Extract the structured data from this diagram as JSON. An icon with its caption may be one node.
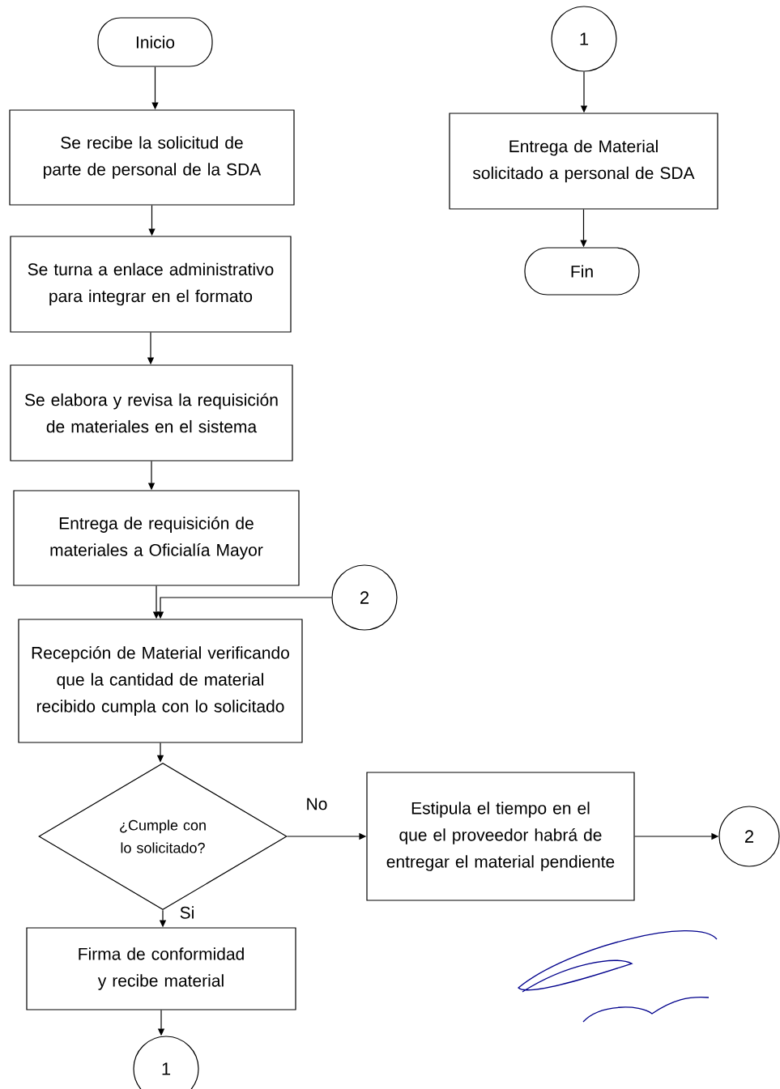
{
  "diagram": {
    "nodes": [
      {
        "text": [
          "Inicio"
        ]
      },
      {
        "text": [
          "Se recibe la solicitud de parte de personal de la SDA"
        ]
      },
      {
        "text": [
          "Se turna a enlace administrativo para integrar en el formato"
        ]
      },
      {
        "text": [
          "Se elabora y revisa la requisición de materiales en el sistema"
        ]
      },
      {
        "text": [
          "Entrega de requisición de materiales a Oficialía Mayor"
        ]
      },
      {
        "text": [
          "2"
        ]
      },
      {
        "text": [
          "Recepción de Material verificando que la cantidad de material recibido cumpla con lo solicitado"
        ]
      },
      {
        "text": [
          "¿Cumple con lo solicitado?"
        ]
      },
      {
        "text": [
          "Estipula el tiempo en el que el proveedor habrá de entregar el material pendiente"
        ]
      },
      {
        "text": [
          "2"
        ]
      },
      {
        "text": [
          "Firma de conformidad y recibe material"
        ]
      },
      {
        "text": [
          "1"
        ]
      },
      {
        "text": [
          "1"
        ]
      },
      {
        "text": [
          "Entrega de Material solicitado a personal de SDA"
        ]
      },
      {
        "text": [
          "Fin"
        ]
      }
    ],
    "edges": [
      {
        "from": 0,
        "to": 1,
        "arrow": "to"
      },
      {
        "from": 1,
        "to": 2,
        "arrow": "to"
      },
      {
        "from": 2,
        "to": 3,
        "arrow": "to"
      },
      {
        "from": 3,
        "to": 4,
        "arrow": "to"
      },
      {
        "from": 4,
        "to": 6,
        "arrow": "to"
      },
      {
        "from": 5,
        "to": 6,
        "arrow": "to"
      },
      {
        "from": 6,
        "to": 7,
        "arrow": "to"
      },
      {
        "from": 7,
        "to": 8,
        "arrow": "to",
        "label": "No"
      },
      {
        "from": 8,
        "to": 9,
        "arrow": "to"
      },
      {
        "from": 7,
        "to": 10,
        "arrow": "to",
        "label": "Si"
      },
      {
        "from": 10,
        "to": 11,
        "arrow": "to"
      },
      {
        "from": 12,
        "to": 13,
        "arrow": "to"
      },
      {
        "from": 13,
        "to": 14,
        "arrow": "to"
      }
    ]
  }
}
